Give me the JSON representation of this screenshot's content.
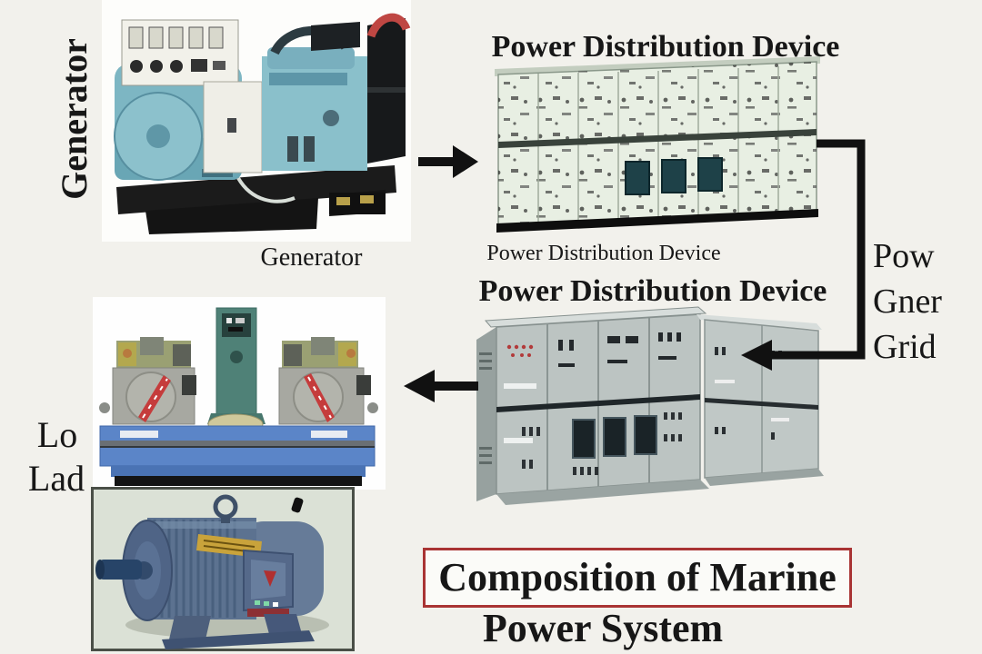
{
  "labels": {
    "generator_side": "Generator",
    "generator_caption": "Generator",
    "distribution_top_title": "Power Distribution Device",
    "distribution_mid_caption": "Power Distribution Device",
    "distribution_mid_title": "Power Distribution Device",
    "grid_line1": "Pow",
    "grid_line2": "Gner",
    "grid_line3": "Grid",
    "load_line1": "Lo",
    "load_line2": "Lad"
  },
  "title": {
    "line1": "Composition of Marine",
    "line2": "Power System"
  },
  "colors": {
    "background": "#f2f1ec",
    "text": "#171717",
    "title_box_border": "#a93434",
    "arrow": "#111111",
    "switchgear_panel": "#e8efe3",
    "cabinet_gray": "#bcc4c2",
    "generator_teal": "#7db6c3",
    "load_bed_blue": "#5b85c8",
    "motor_blue": "#5c7290"
  },
  "icons": {
    "generator_to_distribution": "arrow-right",
    "distribution_to_grid": "elbow-arrow-left",
    "distribution_to_load": "arrow-left"
  },
  "figures": {
    "generator_photo": "diesel generator set",
    "switchgear_photo": "power distribution switchboard row",
    "cabinets_photo": "power distribution cabinets",
    "load_photo": "marine load machinery",
    "motor_photo": "electric motor"
  }
}
